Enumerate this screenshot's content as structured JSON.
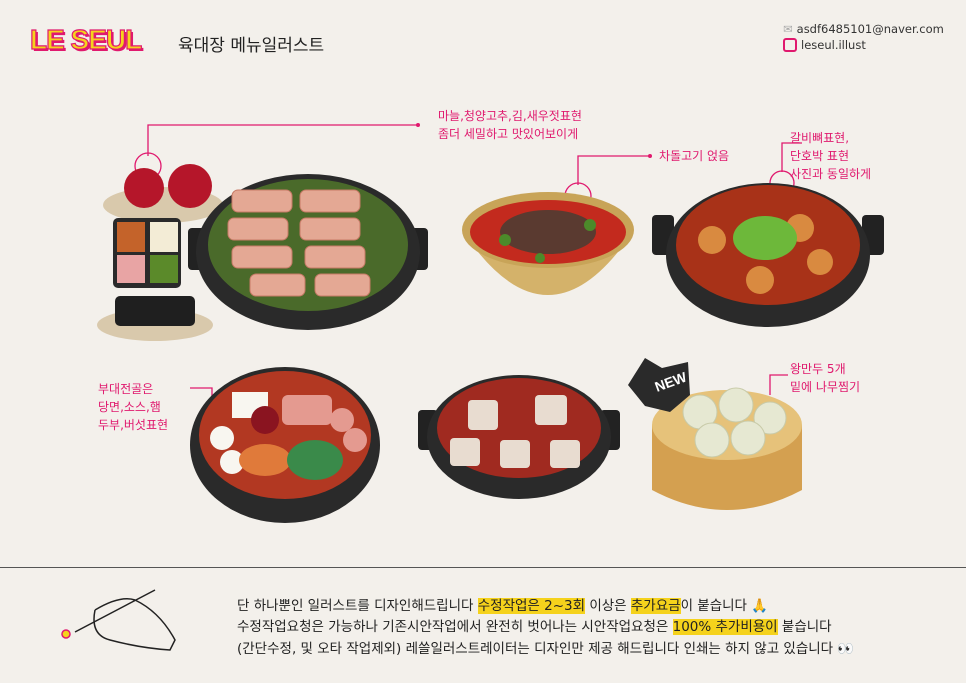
{
  "header": {
    "logo": "LE SEUL",
    "title": "육대장 메뉴일러스트",
    "email": "asdf6485101@naver.com",
    "instagram": "leseul.illust",
    "email_icon": "envelope-icon",
    "instagram_icon": "instagram-icon"
  },
  "annotations": [
    {
      "line1": "마늘,청양고추,김,새우젓표현",
      "line2": "좀더 세밀하고 맛있어보이게"
    },
    {
      "line1": "차돌고기 얹음"
    },
    {
      "line1": "갈비뼈표현,",
      "line2": "단호박 표현",
      "line3": "사진과 동일하게"
    },
    {
      "line1": "부대전골은",
      "line2": "당면,소스,햄",
      "line3": "두부,버섯표현"
    },
    {
      "line1": "왕만두 5개",
      "line2": "밑에 나무찜기"
    }
  ],
  "badge": "NEW",
  "footer": {
    "line1": {
      "a": "단 하나뿐인 일러스트를 디자인해드립니다 ",
      "h1": "수정작업은 2~3회",
      "b": " 이상은 ",
      "h2": "추가요금",
      "c": "이 붙습니다 🙏"
    },
    "line2": {
      "a": "수정작업요청은 가능하나 기존시안작업에서 완전히 벗어나는 시안작업요청은 ",
      "h1": "100% 추가비용이",
      "b": " 붙습니다"
    },
    "line3": {
      "a": "(간단수정, 및 오타 작업제외) 레쓸일러스트레이터는 디자인만 제공 해드립니다 인쇄는 하지 않고 있습니다 👀"
    }
  },
  "colors": {
    "accent": "#e0196e",
    "highlight": "#f5d21c",
    "background": "#f3f0eb"
  }
}
